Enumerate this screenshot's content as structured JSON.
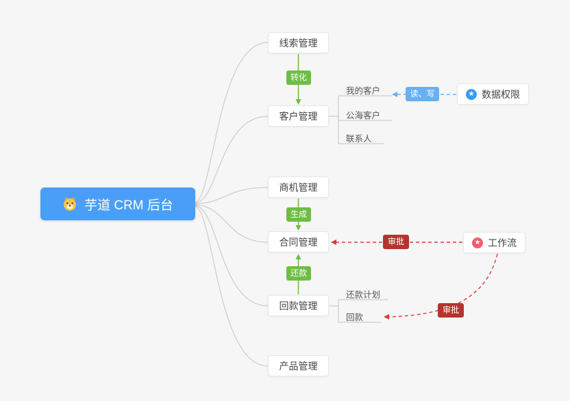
{
  "colors": {
    "background": "#f6f6f6",
    "root_bg": "#4a9ef7",
    "green": "#6ebe45",
    "blue_badge": "#66b1f1",
    "blue_arrow": "#66b1f1",
    "red_badge": "#b5342e",
    "red_arrow": "#d93a3a",
    "node_border": "#e7e7e7",
    "node_text": "#444444",
    "line_gray": "#cccccc",
    "sub_text": "#555555",
    "data_permission_icon": "#3a9bf5",
    "workflow_icon": "#f25d6b"
  },
  "root": {
    "label": "芋道 CRM 后台",
    "icon": "dog-emoji"
  },
  "nodes": {
    "clue": "线索管理",
    "customer": "客户管理",
    "opportunity": "商机管理",
    "contract": "合同管理",
    "receivable": "回款管理",
    "product": "产品管理",
    "data_permission": "数据权限",
    "workflow": "工作流"
  },
  "badges": {
    "convert": "转化",
    "generate": "生成",
    "repay": "还款",
    "read_write": "读、写",
    "approve_contract": "审批",
    "approve_receivable": "审批"
  },
  "sub_items": {
    "customer": [
      "我的客户",
      "公海客户",
      "联系人"
    ],
    "receivable": [
      "还款计划",
      "回款"
    ]
  },
  "icons": {
    "star_glyph": "★"
  }
}
